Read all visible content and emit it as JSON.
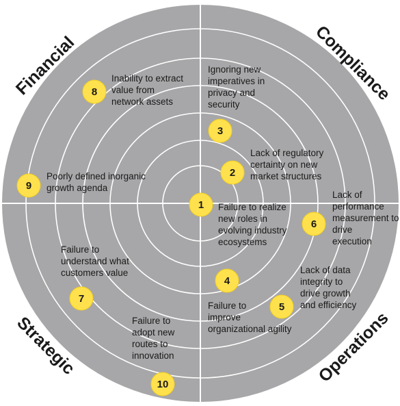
{
  "colors": {
    "disc": "#a7a7a9",
    "rings": "#ffffff",
    "marker": "#ffe14d",
    "marker_edge": "#f2cf1e",
    "text": "#1a1a1a"
  },
  "quadrants": [
    {
      "id": "financial",
      "label": "Financial"
    },
    {
      "id": "compliance",
      "label": "Compliance"
    },
    {
      "id": "strategic",
      "label": "Strategic"
    },
    {
      "id": "operations",
      "label": "Operations"
    }
  ],
  "risks": [
    {
      "rank": "1",
      "lines": [
        "Failure to realize",
        "new roles in",
        "evolving industry",
        "ecosystems"
      ]
    },
    {
      "rank": "2",
      "lines": [
        "Lack of regulatory",
        "certainty on new",
        "market structures"
      ]
    },
    {
      "rank": "3",
      "lines": [
        "Ignoring new",
        "imperatives in",
        "privacy and",
        "security"
      ]
    },
    {
      "rank": "4",
      "lines": [
        "Failure to",
        "improve",
        "organizational agility"
      ]
    },
    {
      "rank": "5",
      "lines": [
        "Lack of data",
        "integrity to",
        "drive growth",
        "and efficiency"
      ]
    },
    {
      "rank": "6",
      "lines": [
        "Lack of",
        "performance",
        "measurement to",
        "drive",
        "execution"
      ]
    },
    {
      "rank": "7",
      "lines": [
        "Failure to",
        "understand what",
        "customers value"
      ]
    },
    {
      "rank": "8",
      "lines": [
        "Inability to extract",
        "value from",
        "network assets"
      ]
    },
    {
      "rank": "9",
      "lines": [
        "Poorly defined inorganic",
        "growth agenda"
      ]
    },
    {
      "rank": "10",
      "lines": [
        "Failure to",
        "adopt new",
        "routes to",
        "innovation"
      ]
    }
  ]
}
